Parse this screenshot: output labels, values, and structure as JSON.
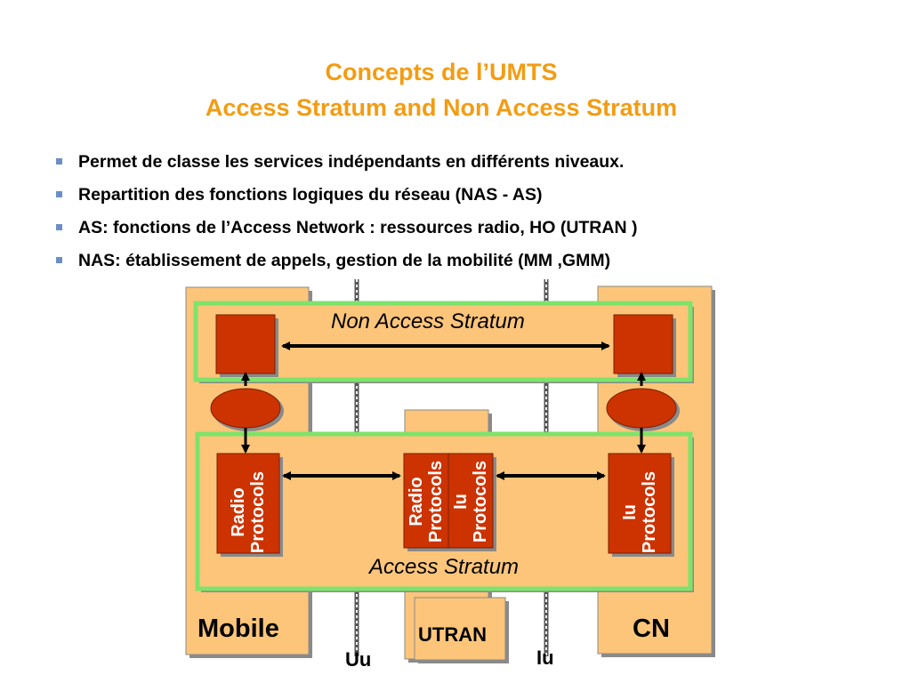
{
  "slide": {
    "title_line1": "Concepts de l’UMTS",
    "title_line2": "Access Stratum and Non Access Stratum",
    "bullets": [
      "Permet de classe les services indépendants en différents niveaux.",
      "Repartition des fonctions logiques du réseau (NAS - AS)",
      "AS: fonctions de l’Access Network : ressources radio, HO (UTRAN )",
      "NAS: établissement de appels, gestion de la mobilité (MM ,GMM)"
    ]
  },
  "diagram": {
    "nas_label": "Non Access Stratum",
    "as_label": "Access Stratum",
    "mobile_label": "Mobile",
    "utran_label": "UTRAN",
    "cn_label": "CN",
    "uu_label": "Uu",
    "iu_label": "Iu",
    "blocks": {
      "mobile_radio": [
        "Radio",
        "Protocols"
      ],
      "utran_radio": [
        "Radio",
        "Protocols"
      ],
      "utran_iu": [
        "Iu",
        "Protocols"
      ],
      "cn_iu": [
        "Iu",
        "Protocols"
      ]
    },
    "colors": {
      "title": "#f39c12",
      "node_fill": "#fcc57a",
      "layer_border": "#7ee36a",
      "block_fill": "#cc3300",
      "bullet_marker": "#6b8fc4"
    }
  }
}
